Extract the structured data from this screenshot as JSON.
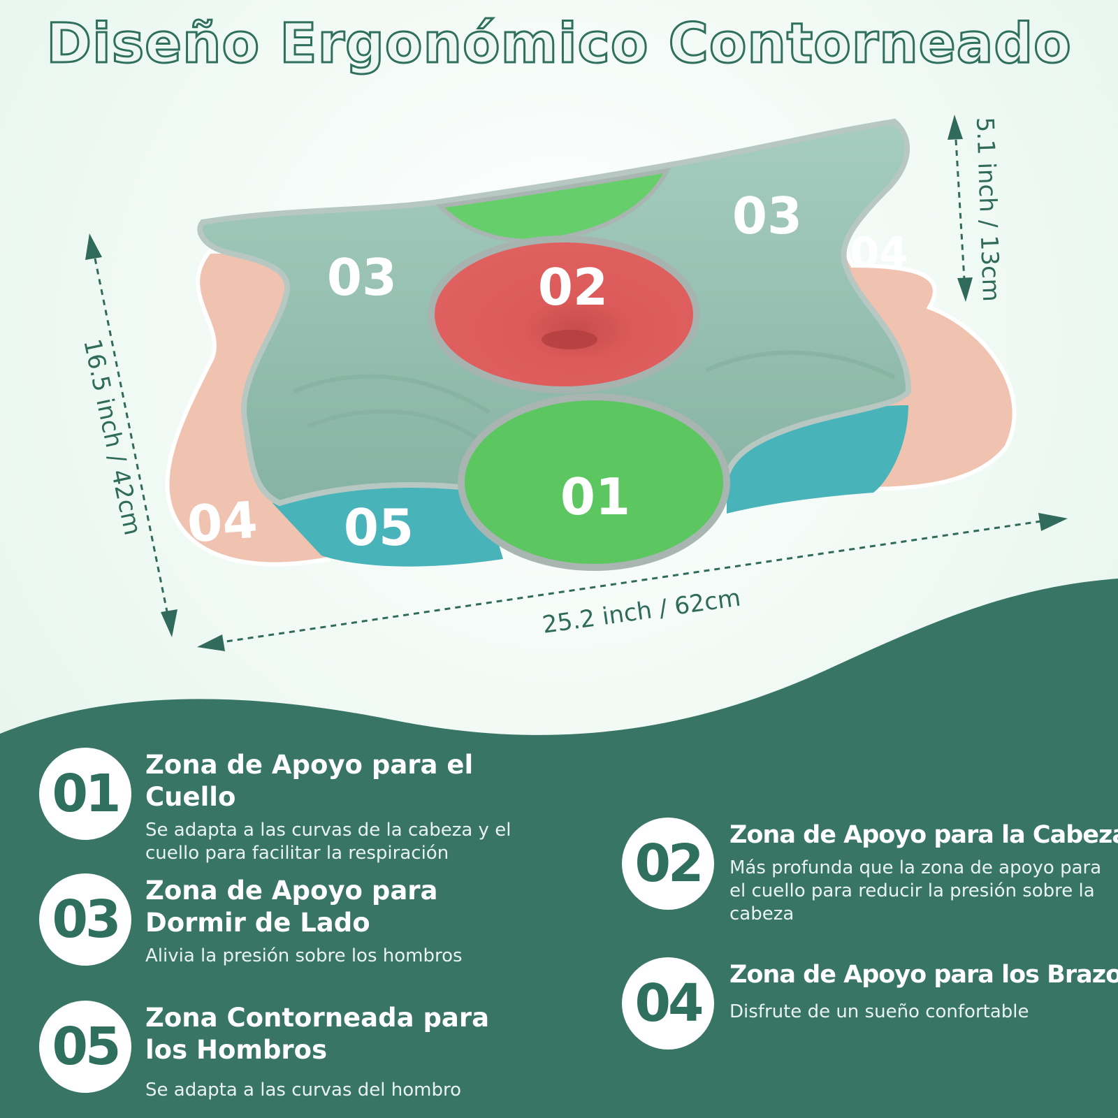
{
  "title": "Diseño Ergonómico Contorneado",
  "dimensions": {
    "height": "5.1 inch / 13cm",
    "depth": "16.5 inch / 42cm",
    "width": "25.2 inch / 62cm"
  },
  "zone_labels": {
    "z01": "01",
    "z02": "02",
    "z03_left": "03",
    "z03_right": "03",
    "z04_left": "04",
    "z04_right": "04",
    "z05": "05"
  },
  "colors": {
    "background": "#f3fbf7",
    "panel": "#387565",
    "title_stroke": "#2f6f5e",
    "pillow_body": "#92bfae",
    "zone_neck": "#5cc661",
    "zone_head": "#de5b5b",
    "zone_shoulder": "#48b3b9",
    "zone_arms": "#f0c2b0"
  },
  "features": [
    {
      "number": "01",
      "title": "Zona de Apoyo para el Cuello",
      "description": "Se adapta a las curvas de la cabeza y el cuello para facilitar la respiración"
    },
    {
      "number": "03",
      "title": "Zona de Apoyo para Dormir de Lado",
      "description": "Alivia la presión sobre los hombros"
    },
    {
      "number": "05",
      "title": "Zona Contorneada para los Hombros",
      "description": "Se adapta a las curvas del hombro"
    },
    {
      "number": "02",
      "title": "Zona de Apoyo para la Cabeza",
      "description": "Más profunda que la zona de apoyo para el cuello para reducir la presión sobre la cabeza"
    },
    {
      "number": "04",
      "title": "Zona de Apoyo para los Brazos",
      "description": "Disfrute de un sueño confortable"
    }
  ]
}
